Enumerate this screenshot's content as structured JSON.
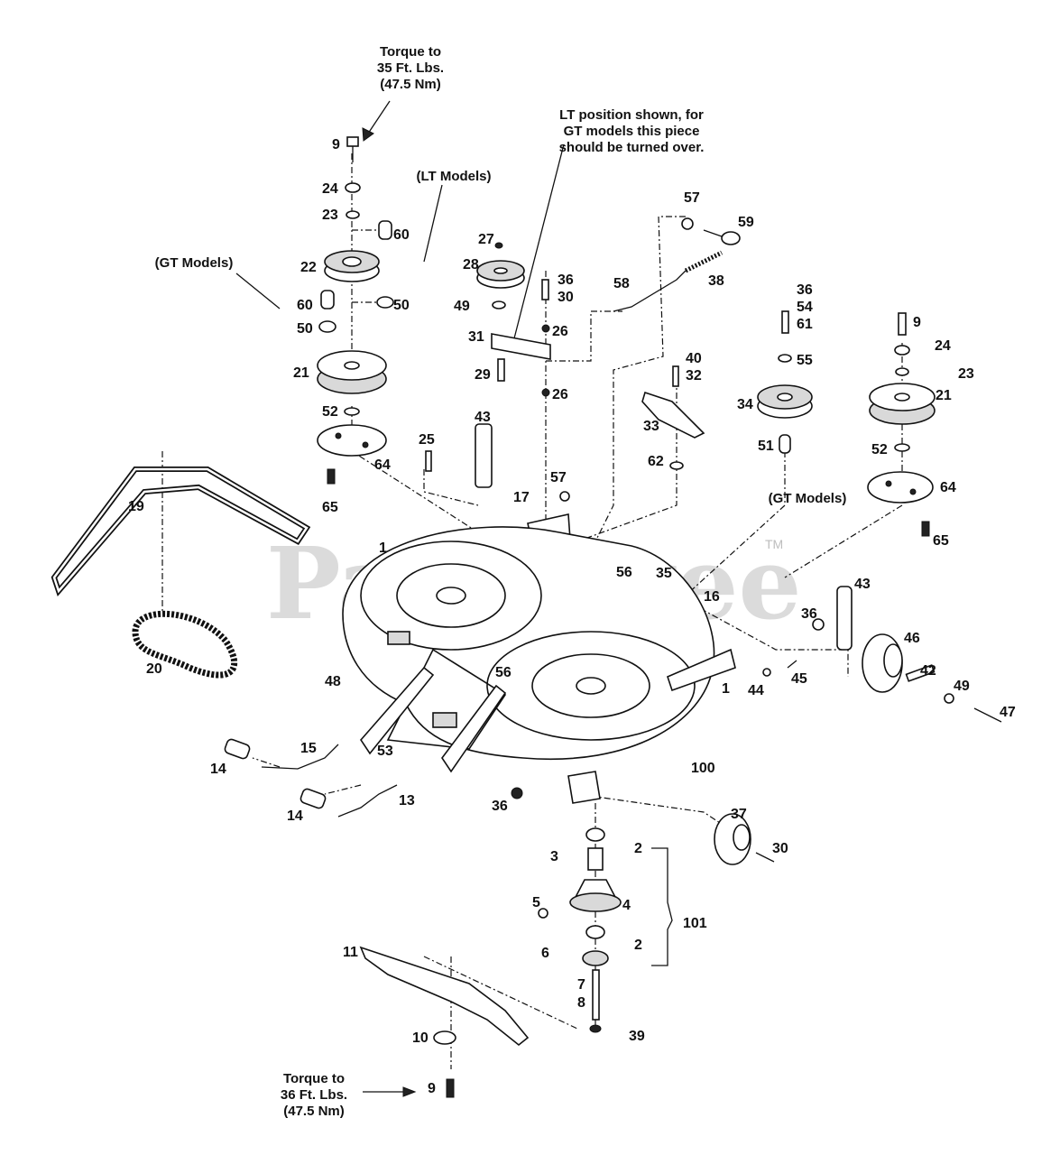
{
  "notes": {
    "torque_top": [
      "Torque to",
      "35 Ft. Lbs.",
      "(47.5 Nm)"
    ],
    "torque_bottom": [
      "Torque to",
      "36 Ft. Lbs.",
      "(47.5 Nm)"
    ],
    "lt_position": [
      "LT position shown, for",
      "GT models this piece",
      "should be turned over."
    ],
    "lt_models": "(LT Models)",
    "gt_models_left": "(GT Models)",
    "gt_models_right": "(GT Models)"
  },
  "watermark": {
    "text": "PartsTree",
    "tm": "TM"
  },
  "callouts": {
    "c9a": "9",
    "c24a": "24",
    "c23a": "23",
    "c60a": "60",
    "c22": "22",
    "c50a": "50",
    "c60b": "60",
    "c50b": "50",
    "c21a": "21",
    "c52a": "52",
    "c64a": "64",
    "c65a": "65",
    "c19": "19",
    "c20": "20",
    "c27": "27",
    "c28": "28",
    "c49a": "49",
    "c36a": "36",
    "c30a": "30",
    "c26a": "26",
    "c31": "31",
    "c29": "29",
    "c26b": "26",
    "c58": "58",
    "c57a": "57",
    "c59": "59",
    "c38": "38",
    "c43a": "43",
    "c25": "25",
    "c17": "17",
    "c57b": "57",
    "c40": "40",
    "c32": "32",
    "c33": "33",
    "c62": "62",
    "c36b": "36",
    "c54": "54",
    "c61": "61",
    "c55": "55",
    "c34": "34",
    "c51": "51",
    "c9b": "9",
    "c24b": "24",
    "c23b": "23",
    "c21b": "21",
    "c52b": "52",
    "c64b": "64",
    "c65b": "65",
    "c1a": "1",
    "c1b": "1",
    "c56a": "56",
    "c35": "35",
    "c16": "16",
    "c56b": "56",
    "c48": "48",
    "c43b": "43",
    "c36c": "36",
    "c46": "46",
    "c42": "42",
    "c49b": "49",
    "c47": "47",
    "c44": "44",
    "c45": "45",
    "c100": "100",
    "c15": "15",
    "c14a": "14",
    "c53": "53",
    "c13": "13",
    "c14b": "14",
    "c36d": "36",
    "c37": "37",
    "c30b": "30",
    "c3": "3",
    "c2a": "2",
    "c4": "4",
    "c5": "5",
    "c101": "101",
    "c6": "6",
    "c2b": "2",
    "c7": "7",
    "c8": "8",
    "c39": "39",
    "c11": "11",
    "c10": "10",
    "c9c": "9"
  }
}
